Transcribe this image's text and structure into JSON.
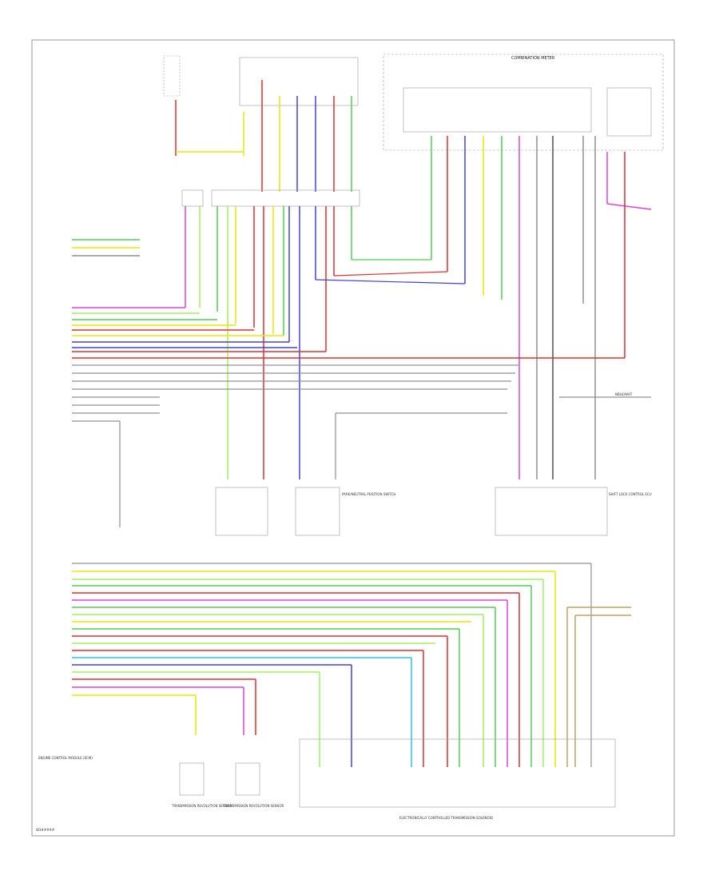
{
  "diagram": {
    "title": "",
    "labels": {
      "combination_meter": "COMBINATION METER",
      "ecm": "ENGINE CONTROL MODULE (ECM)",
      "tcm": "ELECTRONICALLY CONTROLLED TRANSMISSION SOLENOID",
      "sensor_left": "TRANSMISSION REVOLUTION SENSOR",
      "sensor_right": "TRANSMISSION REVOLUTION SENSOR",
      "park_neutral": "PARK/NEUTRAL POSITION SWITCH",
      "shift_lock": "SHIFT LOCK CONTROL ECU",
      "sp_to_right": "NBLK/WHT",
      "footer": "W3#####"
    },
    "colors": {
      "pink": "#e040e0",
      "yellow": "#e8e800",
      "green": "#50d050",
      "light_green": "#a0f060",
      "red": "#e03030",
      "blue": "#4040e0",
      "gray": "#909090",
      "dark": "#505050",
      "orange": "#f0a030",
      "tan": "#c8a060",
      "violet": "#a060e0",
      "cyan": "#30c0e0"
    }
  }
}
